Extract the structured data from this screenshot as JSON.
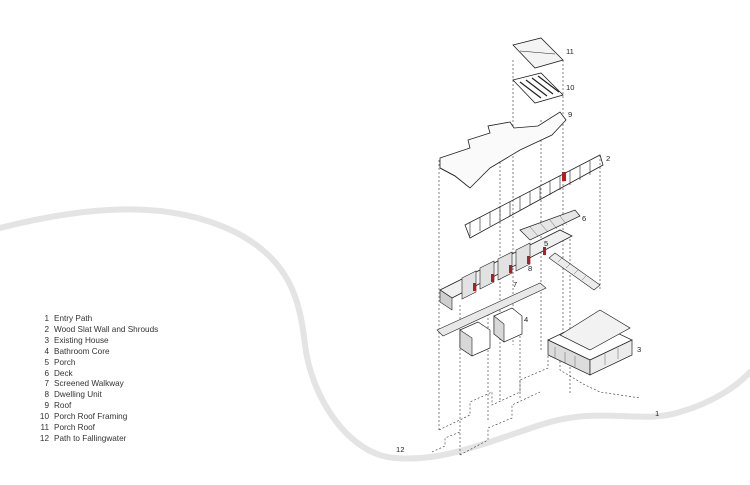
{
  "legend": {
    "items": [
      {
        "num": "1",
        "label": "Entry Path"
      },
      {
        "num": "2",
        "label": "Wood Slat Wall and Shrouds"
      },
      {
        "num": "3",
        "label": "Existing House"
      },
      {
        "num": "4",
        "label": "Bathroom Core"
      },
      {
        "num": "5",
        "label": "Porch"
      },
      {
        "num": "6",
        "label": "Deck"
      },
      {
        "num": "7",
        "label": "Screened Walkway"
      },
      {
        "num": "8",
        "label": "Dwelling Unit"
      },
      {
        "num": "9",
        "label": "Roof"
      },
      {
        "num": "10",
        "label": "Porch Roof Framing"
      },
      {
        "num": "11",
        "label": "Porch Roof"
      },
      {
        "num": "12",
        "label": "Path to Fallingwater"
      }
    ]
  },
  "callouts": {
    "c1": "1",
    "c2": "2",
    "c3": "3",
    "c4": "4",
    "c5": "5",
    "c6": "6",
    "c7": "7",
    "c8": "8",
    "c9": "9",
    "c10": "10",
    "c11": "11",
    "c12": "12"
  },
  "colors": {
    "background": "#ffffff",
    "path_curve": "#e4e4e4",
    "line": "#2a2a2a",
    "wall_fill": "#d6d6d6",
    "accent_red": "#b01e22"
  }
}
